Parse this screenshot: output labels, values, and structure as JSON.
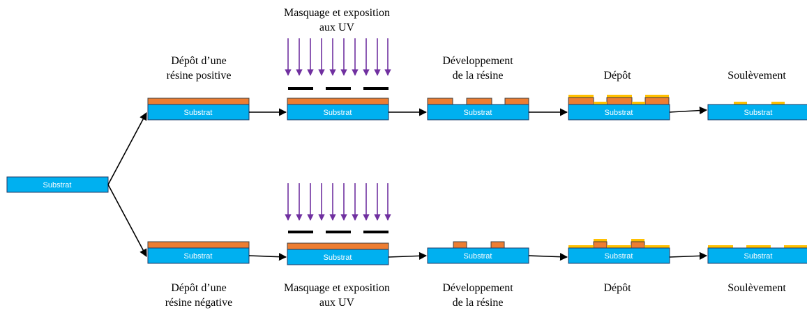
{
  "start": {
    "substrate_label": "Substrat"
  },
  "positive": {
    "step1_label": [
      "Dépôt d’une",
      "résine positive"
    ],
    "step2_label": [
      "Masquage et exposition",
      "aux UV"
    ],
    "step3_label": [
      "Développement",
      "de la résine"
    ],
    "step4_label": [
      "Dépôt"
    ],
    "step5_label": [
      "Soulèvement"
    ],
    "substrate_label": "Substrat"
  },
  "negative": {
    "step1_label": [
      "Dépôt d’une",
      "résine négative"
    ],
    "step2_label": [
      "Masquage et exposition",
      "aux UV"
    ],
    "step3_label": [
      "Développement",
      "de la résine"
    ],
    "step4_label": [
      "Dépôt"
    ],
    "step5_label": [
      "Soulèvement"
    ],
    "substrate_label": "Substrat"
  },
  "colors": {
    "substrate": "#00b0f0",
    "resist": "#ed7d31",
    "metal": "#ffc000",
    "uv_arrows": "#7030a0",
    "mask": "#000000"
  }
}
